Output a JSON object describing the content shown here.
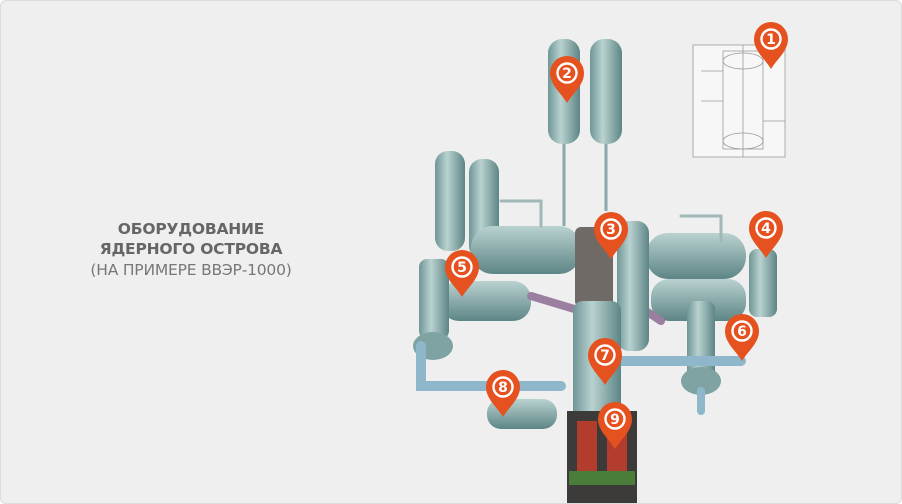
{
  "caption": {
    "line1": "ОБОРУДОВАНИЕ",
    "line2": "ЯДЕРНОГО ОСТРОВА",
    "line3": "(НА ПРИМЕРЕ ВВЭР-1000)"
  },
  "pin_color": "#e5511f",
  "equipment_color": "#8fb3b3",
  "pins": [
    {
      "number": "1"
    },
    {
      "number": "2"
    },
    {
      "number": "3"
    },
    {
      "number": "4"
    },
    {
      "number": "5"
    },
    {
      "number": "6"
    },
    {
      "number": "7"
    },
    {
      "number": "8"
    },
    {
      "number": "9"
    }
  ]
}
